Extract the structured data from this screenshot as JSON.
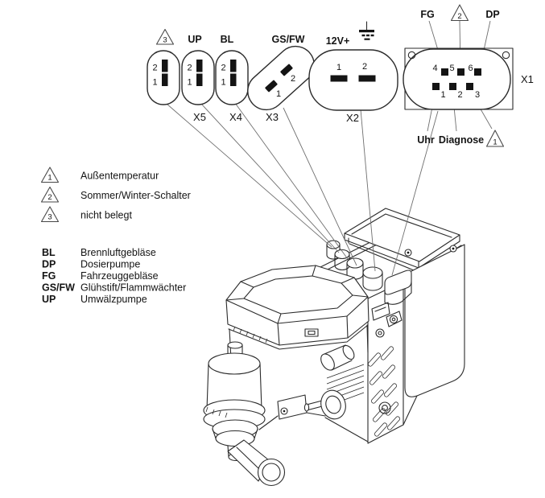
{
  "colors": {
    "background": "#ffffff",
    "line": "#2b2b2b",
    "leader_line": "#6f6f6f",
    "text": "#141414"
  },
  "labels": {
    "up": "UP",
    "bl": "BL",
    "gsfw": "GS/FW",
    "v12": "12V+",
    "fg": "FG",
    "dp": "DP",
    "uhr": "Uhr",
    "diagnose": "Diagnose"
  },
  "connector_ids": {
    "x1": "X1",
    "x2": "X2",
    "x3": "X3",
    "x4": "X4",
    "x5": "X5"
  },
  "pin_numbers": {
    "p1": "1",
    "p2": "2",
    "p3": "3",
    "p4": "4",
    "p5": "5",
    "p6": "6"
  },
  "triangle_symbols": {
    "t1": "1",
    "t2": "2",
    "t3": "3"
  },
  "legend_symbols": [
    {
      "symbol": "1",
      "label": "Außentemperatur"
    },
    {
      "symbol": "2",
      "label": "Sommer/Winter-Schalter"
    },
    {
      "symbol": "3",
      "label": "nicht belegt"
    }
  ],
  "legend_abbreviations": [
    {
      "abbr": "BL",
      "label": "Brennluftgebläse"
    },
    {
      "abbr": "DP",
      "label": "Dosierpumpe"
    },
    {
      "abbr": "FG",
      "label": "Fahrzeuggebläse"
    },
    {
      "abbr": "GS/FW",
      "label": "Glühstift/Flammwächter"
    },
    {
      "abbr": "UP",
      "label": "Umwälzpumpe"
    }
  ]
}
